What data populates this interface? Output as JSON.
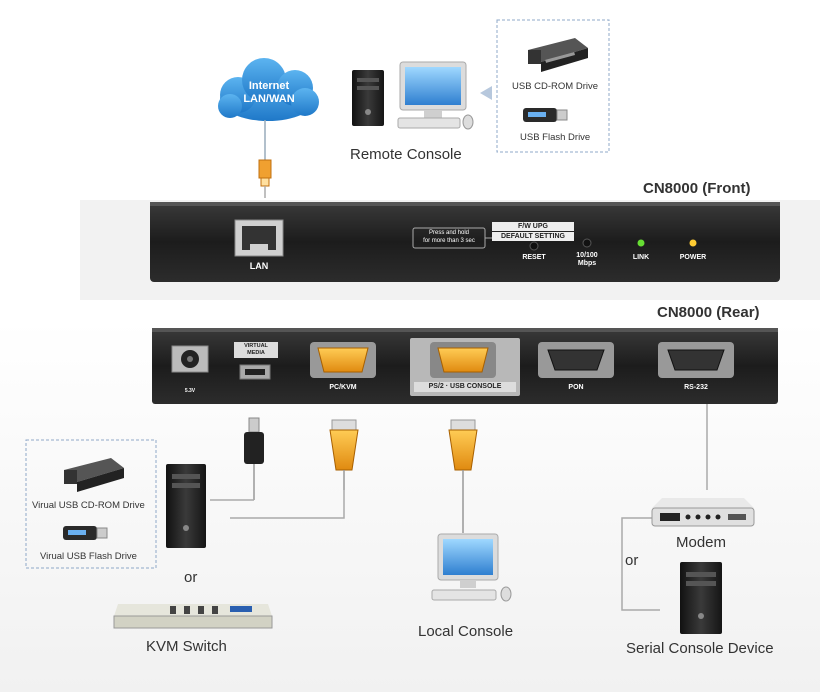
{
  "cloud": {
    "line1": "Internet",
    "line2": "LAN/WAN"
  },
  "remote_console": {
    "label": "Remote Console"
  },
  "remote_media": {
    "cdrom": "USB CD-ROM Drive",
    "flash": "USB Flash Drive"
  },
  "front": {
    "title": "CN8000 (Front)",
    "lan": "LAN",
    "press_hold_1": "Press and hold",
    "press_hold_2": "for more than 3 sec",
    "fw_upg": "F/W UPG",
    "default_setting": "DEFAULT SETTING",
    "reset": "RESET",
    "speed_1": "10/100",
    "speed_2": "Mbps",
    "link": "LINK",
    "power": "POWER"
  },
  "rear": {
    "title": "CN8000 (Rear)",
    "voltage": "5.3V",
    "virtual_1": "VIRTUAL",
    "virtual_2": "MEDIA",
    "pc_kvm": "PC/KVM",
    "ps2_usb_console": "PS/2 · USB CONSOLE",
    "pon": "PON",
    "rs232": "RS-232"
  },
  "virtual_media": {
    "cdrom": "Virual USB CD-ROM Drive",
    "flash": "Virual USB Flash Drive"
  },
  "or_left": "or",
  "or_right": "or",
  "kvm_switch": {
    "label": "KVM Switch"
  },
  "local_console": {
    "label": "Local Console"
  },
  "modem": {
    "label": "Modem"
  },
  "serial_device": {
    "label": "Serial Console Device"
  },
  "colors": {
    "panel": "#222222",
    "vga_orange": "#f0a020",
    "cloud_blue": "#2f8fd8",
    "link_green": "#66dd33",
    "power_yellow": "#ffcc33",
    "cable_orange": "#f0b030"
  }
}
